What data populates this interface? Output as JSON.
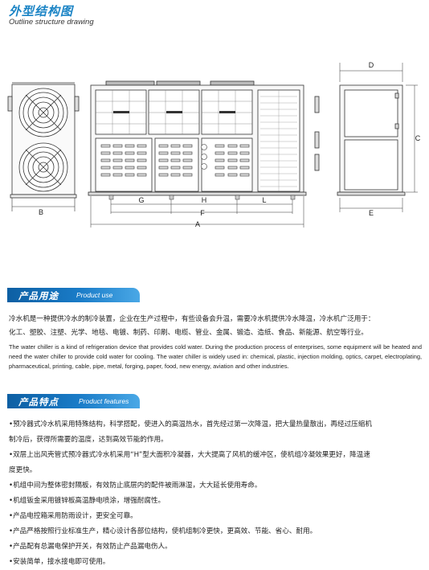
{
  "header": {
    "title_cn": "外型结构图",
    "title_en": "Outline structure drawing"
  },
  "drawing": {
    "dimension_labels": {
      "A": "A",
      "B": "B",
      "C": "C",
      "D": "D",
      "E": "E",
      "F": "F",
      "G": "G",
      "H": "H",
      "L": "L"
    }
  },
  "product_use": {
    "title_cn": "产品用途",
    "title_en": "Product use",
    "text_cn_lines": [
      "冷水机是一种提供冷水的制冷装置，企业在生产过程中，有些设备会升温，需要冷水机提供冷水降温，冷水机广泛用于：",
      "化工、塑胶、注塑、光学、地毯、电镀、制药、印刷、电缆、管业、金属、锻造、造纸、食品、新能源、航空等行业。"
    ],
    "text_en": "The water chiller is a kind of refrigeration device that provides cold water. During the production process of enterprises, some equipment will be heated and need the water chiller to provide cold water for cooling. The water chiller is widely used in: chemical, plastic, injection molding, optics, carpet, electroplating, pharmaceutical, printing, cable, pipe, metal, forging, paper, food, new energy, aviation and other industries."
  },
  "product_features": {
    "title_cn": "产品特点",
    "title_en": "Product features",
    "lines": [
      "•预冷器式冷水机采用特殊结构，科学搭配，使进入的高温热水，首先经过第一次降温，把大量热量散出，再经过压缩机",
      "制冷后，获得所需要的温度，达到高效节能的作用。",
      "•双层上出风壳管式预冷器式冷水机采用“H”型大面积冷凝器，大大提高了风机的缓冲区，使机组冷凝效果更好，降温速",
      "度更快。",
      "•机组中间为整体密封隔板，有效防止底层内的配件被雨淋湿，大大延长使用寿命。",
      "•机组钣金采用镀锌板高温静电喷涂，增强耐腐性。",
      "•产品电控箱采用防雨设计，更安全可靠。",
      "•产品严格按照行业标准生产，精心设计各部位结构，使机组制冷更快，更高效、节能、省心、耐用。",
      "•产品配有总漏电保护开关，有效防止产品漏电伤人。",
      "•安装简单，接水接电即可使用。"
    ]
  },
  "colors": {
    "accent": "#1b84c5",
    "bar_dark": "#0d5fa3",
    "bar_light": "#4aa8e6"
  }
}
